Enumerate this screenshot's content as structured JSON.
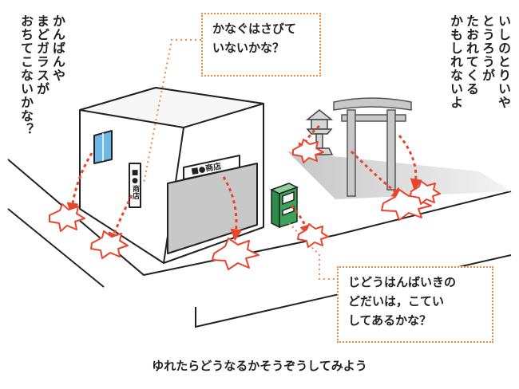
{
  "texts": {
    "signboard_warning": "かんばんや\nまどガラスが\nおちてこないかな？",
    "stone_lantern_warning": "いしのとりいや\nとうろうが\nたおれてくる\nかもしれないよ",
    "rust_check": "かなぐはさびて\nいないかな？",
    "vending_machine_check": "じどうはんばいきの\nどだいは，こてい\nしてあるかな？",
    "caption": "ゆれたらどうなるかそうぞうしてみよう",
    "shop_sign_front": "■●商店",
    "shop_sign_side": "■●商店"
  },
  "colors": {
    "warning_arrow": "#e8452c",
    "dotted_leader": "#f08a3c",
    "burst_fill": "#ffffff",
    "burst_stroke": "#e8452c",
    "vending_green": "#3aa55a",
    "window_blue": "#6fb8e6",
    "shutter_gray": "#c8c8c8"
  }
}
